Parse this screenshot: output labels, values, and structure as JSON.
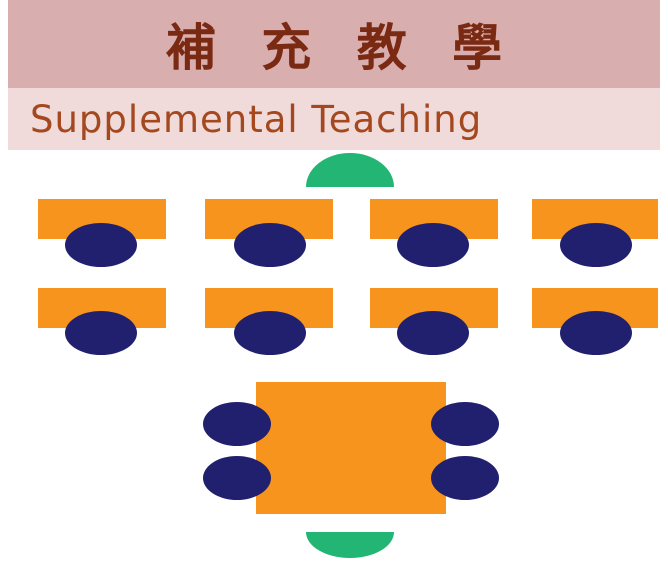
{
  "header": {
    "title": "補 充 教 學",
    "subtitle": "Supplemental Teaching"
  },
  "colors": {
    "title_band": "#d8aeae",
    "subtitle_band": "#f0dada",
    "title_text": "#7a2a12",
    "subtitle_text": "#a4481e",
    "desk": "#f7941d",
    "student": "#20206e",
    "teacher": "#22b573"
  },
  "diagram": {
    "student_desk_rows": 2,
    "student_desks_per_row": 4,
    "group_table_seats": 4,
    "teacher_positions": 2
  }
}
